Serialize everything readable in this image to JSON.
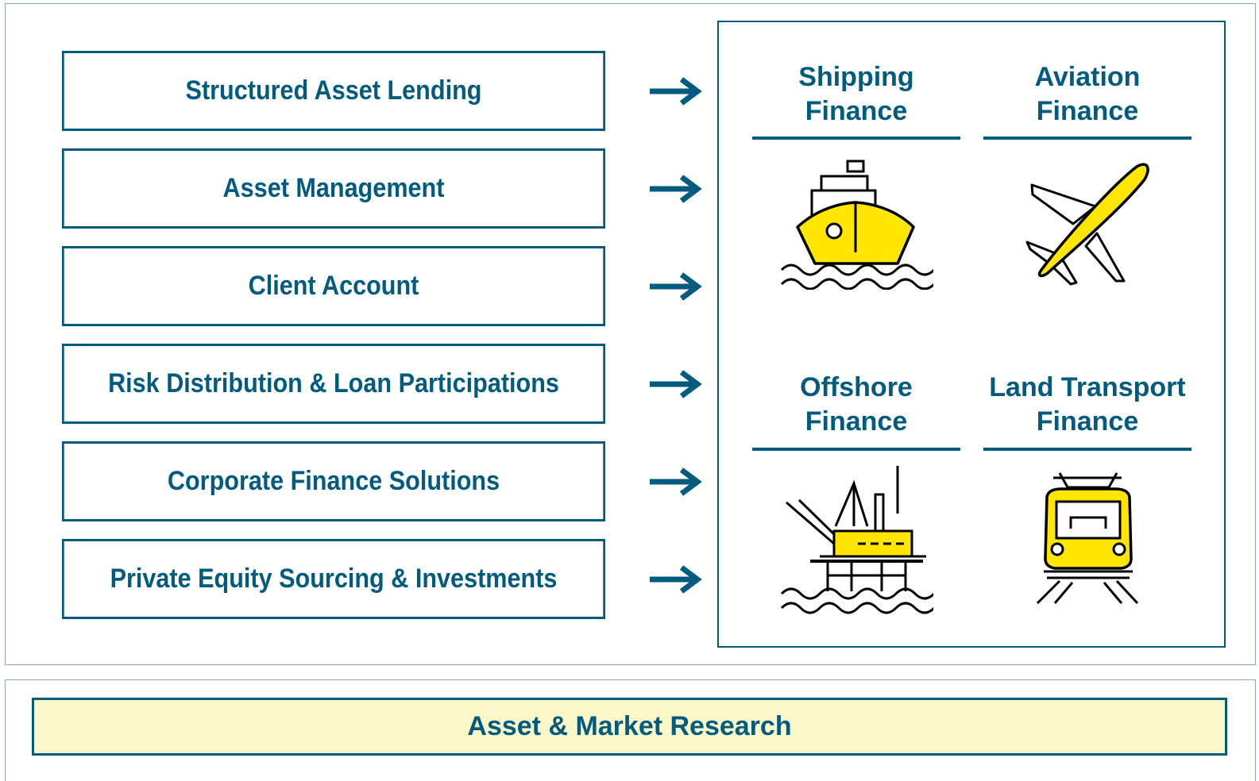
{
  "services": [
    {
      "label": "Structured Asset Lending"
    },
    {
      "label": "Asset Management"
    },
    {
      "label": "Client Account"
    },
    {
      "label": "Risk Distribution & Loan Participations"
    },
    {
      "label": "Corporate Finance Solutions"
    },
    {
      "label": "Private Equity Sourcing & Investments"
    }
  ],
  "sectors": [
    {
      "line1": "Shipping",
      "line2": "Finance",
      "icon": "ship-icon"
    },
    {
      "line1": "Aviation",
      "line2": "Finance",
      "icon": "airplane-icon"
    },
    {
      "line1": "Offshore",
      "line2": "Finance",
      "icon": "oil-rig-icon"
    },
    {
      "line1": "Land Transport",
      "line2": "Finance",
      "icon": "train-icon"
    }
  ],
  "research": {
    "label": "Asset & Market Research"
  },
  "colors": {
    "primary": "#005b7f",
    "accent": "#ffe600",
    "research_bg": "#fbf7c8"
  }
}
